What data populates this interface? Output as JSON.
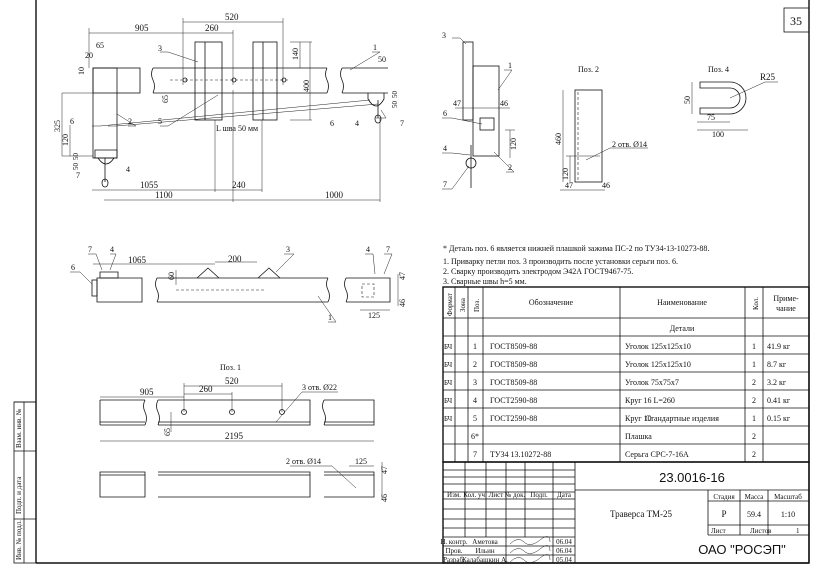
{
  "sheet": {
    "page_number": "35",
    "designation": "23.0016-16",
    "title": "Траверса ТМ-25",
    "organization": "ОАО \"РОСЭП\""
  },
  "main_view": {
    "dims": [
      "905",
      "520",
      "260",
      "65",
      "20",
      "10",
      "140",
      "400",
      "325",
      "120",
      "50",
      "50",
      "65",
      "1055",
      "1100",
      "240",
      "1000",
      "50",
      "50",
      "50"
    ],
    "weld_label": "L шва 50 мм",
    "callouts": [
      "3",
      "1",
      "2",
      "5",
      "6",
      "4",
      "7",
      "6",
      "4",
      "7"
    ]
  },
  "side_view": {
    "callouts": [
      "3",
      "1",
      "6",
      "4",
      "2",
      "7"
    ],
    "dims": [
      "47",
      "46",
      "120"
    ]
  },
  "pos2": {
    "label": "Поз. 2",
    "dims": [
      "460",
      "120",
      "47",
      "46"
    ],
    "holes": "2 отв. Ø14"
  },
  "pos4": {
    "label": "Поз. 4",
    "dims": [
      "R25",
      "50",
      "75",
      "100"
    ]
  },
  "plan_view": {
    "dims": [
      "1065",
      "200",
      "60",
      "47",
      "125",
      "46"
    ],
    "callouts": [
      "7",
      "4",
      "6",
      "3",
      "1",
      "4",
      "7"
    ]
  },
  "pos1": {
    "label": "Поз. 1",
    "dims": [
      "905",
      "520",
      "260",
      "65",
      "2195",
      "125",
      "47",
      "46"
    ],
    "holes_22": "3 отв. Ø22",
    "holes_14": "2 отв. Ø14"
  },
  "notes": {
    "footnote": "* Деталь поз. 6 является нижней плашкой зажима ПС-2 по ТУ34-13-10273-88.",
    "items": [
      "1. Приварку петли поз. 3 производить после установки серьги поз. 6.",
      "2. Сварку производить электродом Э42А ГОСТ9467-75.",
      "3. Сварные швы h=5 мм."
    ]
  },
  "spec_table": {
    "headers": [
      "Формат",
      "Зона",
      "Поз.",
      "Обозначение",
      "Наименование",
      "Кол.",
      "Приме-",
      "чание"
    ],
    "section_details": "Детали",
    "section_standard": "Стандартные изделия",
    "rows": [
      {
        "format": "БЧ",
        "pos": "1",
        "designation": "ГОСТ8509-88",
        "name": "Уголок 125x125x10",
        "qty": "1",
        "note": "41.9 кг"
      },
      {
        "format": "БЧ",
        "pos": "2",
        "designation": "ГОСТ8509-88",
        "name": "Уголок 125x125x10",
        "qty": "1",
        "note": "8.7 кг"
      },
      {
        "format": "БЧ",
        "pos": "3",
        "designation": "ГОСТ8509-88",
        "name": "Уголок 75x75x7",
        "qty": "2",
        "note": "3.2 кг"
      },
      {
        "format": "БЧ",
        "pos": "4",
        "designation": "ГОСТ2590-88",
        "name": "Круг 16 L=260",
        "qty": "2",
        "note": "0.41 кг"
      },
      {
        "format": "БЧ",
        "pos": "5",
        "designation": "ГОСТ2590-88",
        "name": "Круг 10",
        "qty": "1",
        "note": "0.15 кг"
      }
    ],
    "std_rows": [
      {
        "format": "",
        "pos": "6*",
        "designation": "",
        "name": "Плашка",
        "qty": "2",
        "note": ""
      },
      {
        "format": "",
        "pos": "7",
        "designation": "ТУ34 13.10272-88",
        "name": "Серьга СРС-7-16А",
        "qty": "2",
        "note": ""
      }
    ]
  },
  "title_block": {
    "col_headers": [
      "Изм.",
      "Кол. уч.",
      "Лист",
      "№ док.",
      "Подп.",
      "Дата"
    ],
    "roles": [
      "Н. контр.",
      "Пров.",
      "Разраб."
    ],
    "names": [
      "Аметова",
      "Ильин",
      "Калабашкин А."
    ],
    "dates": [
      "06.04",
      "06.04",
      "05.04"
    ],
    "stage_label": "Стадия",
    "stage": "Р",
    "mass_label": "Масса",
    "mass": "59.4",
    "scale_label": "Масштаб",
    "scale": "1:10",
    "sheet_label": "Лист",
    "sheets_label": "Листов",
    "sheets": "1"
  },
  "side_stamp": [
    "Взам. инв. №",
    "Подп. и дата",
    "Инв. № подл."
  ]
}
